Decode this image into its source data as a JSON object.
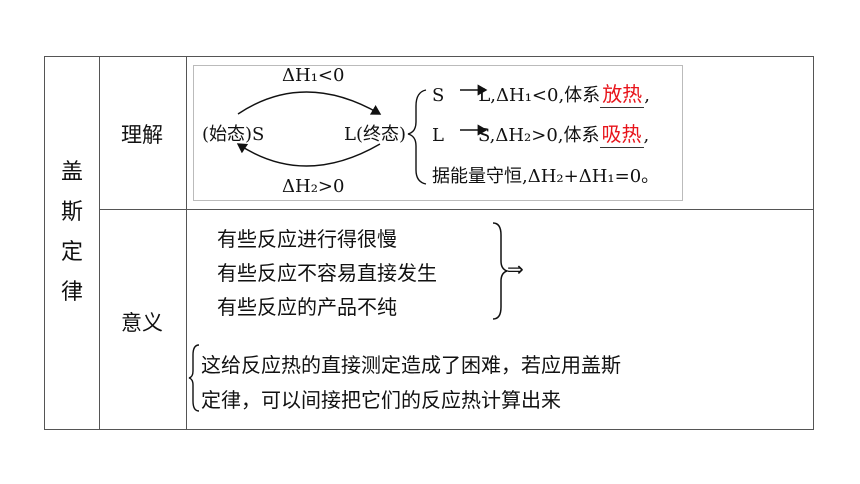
{
  "title_chars": [
    "盖",
    "斯",
    "定",
    "律"
  ],
  "row1": {
    "label": "理解",
    "diagram": {
      "top_arrow_label": "ΔH₁<0",
      "bottom_arrow_label": "ΔH₂>0",
      "start_state": "(始态)S",
      "end_state": "L(终态)",
      "lines": [
        {
          "prefix": "S",
          "rest": "L,ΔH₁<0,体系",
          "answer": "放热",
          "tail": ","
        },
        {
          "prefix": "L",
          "rest": "S,ΔH₂>0,体系",
          "answer": "吸热",
          "tail": ","
        },
        {
          "text": "据能量守恒,ΔH₂+ΔH₁=0。"
        }
      ]
    }
  },
  "row2": {
    "label": "意义",
    "reasons": [
      "有些反应进行得很慢",
      "有些反应不容易直接发生",
      "有些反应的产品不纯"
    ],
    "implies": "⇒",
    "conclusion": [
      "这给反应热的直接测定造成了困难，若应用盖斯",
      "定律，可以间接把它们的反应热计算出来"
    ]
  },
  "colors": {
    "answer": "#e8141b",
    "border": "#555555"
  }
}
